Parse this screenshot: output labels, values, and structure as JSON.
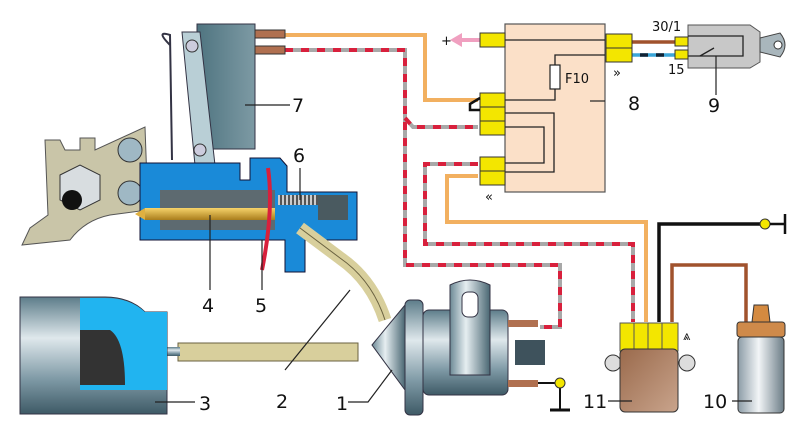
{
  "diagram": {
    "components": [
      {
        "id": "1",
        "label": "1"
      },
      {
        "id": "2",
        "label": "2"
      },
      {
        "id": "3",
        "label": "3"
      },
      {
        "id": "4",
        "label": "4"
      },
      {
        "id": "5",
        "label": "5"
      },
      {
        "id": "6",
        "label": "6"
      },
      {
        "id": "7",
        "label": "7"
      },
      {
        "id": "8",
        "label": "8"
      },
      {
        "id": "9",
        "label": "9"
      },
      {
        "id": "10",
        "label": "10"
      },
      {
        "id": "11",
        "label": "11"
      }
    ],
    "fuse_label": "F10",
    "terminal_30": "30/1",
    "terminal_15": "15",
    "plus_sign": "+",
    "colors": {
      "orange_wire": "#f2b060",
      "red_dash": "#d8203c",
      "grey_wire": "#a8a8a8",
      "brown_wire": "#a0522d",
      "blue_wire": "#3aa6d8",
      "connector_yellow": "#f3e600",
      "relay_box": "#fbe0c8",
      "body_blue": "#1a8ad8",
      "switch_grey": "#c8c8c8"
    }
  }
}
